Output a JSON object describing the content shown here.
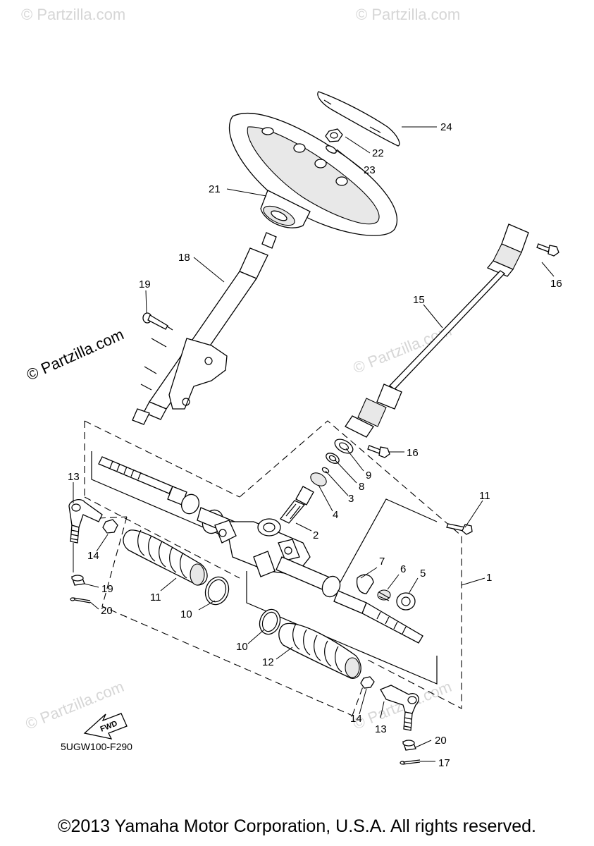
{
  "diagram": {
    "code": "5UGW100-F290",
    "fwd_label": "FWD",
    "watermark_main": "© Partzilla.com",
    "watermark_faint": "© Partzilla.com",
    "copyright": "©2013 Yamaha Motor Corporation, U.S.A. All rights reserved."
  },
  "callouts": [
    {
      "id": "1",
      "text": "1"
    },
    {
      "id": "2",
      "text": "2"
    },
    {
      "id": "3",
      "text": "3"
    },
    {
      "id": "4",
      "text": "4"
    },
    {
      "id": "5",
      "text": "5"
    },
    {
      "id": "6",
      "text": "6"
    },
    {
      "id": "7",
      "text": "7"
    },
    {
      "id": "8",
      "text": "8"
    },
    {
      "id": "9",
      "text": "9"
    },
    {
      "id": "10a",
      "text": "10"
    },
    {
      "id": "10b",
      "text": "10"
    },
    {
      "id": "11a",
      "text": "11"
    },
    {
      "id": "11b",
      "text": "11"
    },
    {
      "id": "12",
      "text": "12"
    },
    {
      "id": "13a",
      "text": "13"
    },
    {
      "id": "13b",
      "text": "13"
    },
    {
      "id": "14a",
      "text": "14"
    },
    {
      "id": "14b",
      "text": "14"
    },
    {
      "id": "15",
      "text": "15"
    },
    {
      "id": "16a",
      "text": "16"
    },
    {
      "id": "16b",
      "text": "16"
    },
    {
      "id": "17",
      "text": "17"
    },
    {
      "id": "18",
      "text": "18"
    },
    {
      "id": "19a",
      "text": "19"
    },
    {
      "id": "19b",
      "text": "19"
    },
    {
      "id": "20a",
      "text": "20"
    },
    {
      "id": "20b",
      "text": "20"
    },
    {
      "id": "21",
      "text": "21"
    },
    {
      "id": "22",
      "text": "22"
    },
    {
      "id": "23",
      "text": "23"
    },
    {
      "id": "24",
      "text": "24"
    }
  ]
}
